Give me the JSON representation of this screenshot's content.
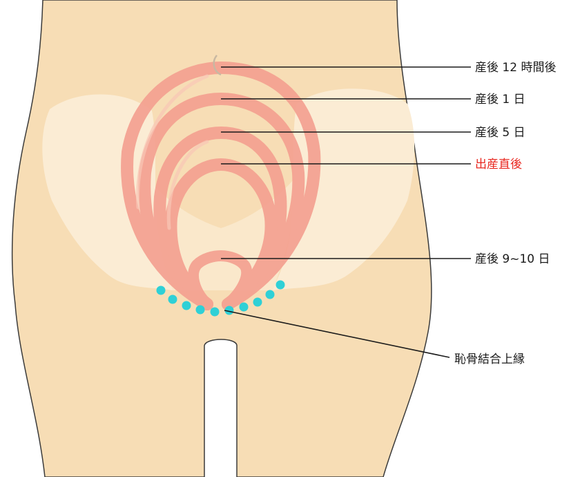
{
  "labels": {
    "postpartum_12h": "産後 12 時間後",
    "postpartum_1d": "産後 1 日",
    "postpartum_5d": "産後 5 日",
    "immediately_after_birth": "出産直後",
    "postpartum_9_10d": "産後 9~10 日",
    "pubic_symphysis_upper_edge": "恥骨結合上縁"
  },
  "colors": {
    "skin": "#f7ddb5",
    "skin_outline": "#3a3a3a",
    "pelvis": "#fbecd4",
    "uterus": "#f4a191",
    "uterus_highlight": "#f9c7b6",
    "dots": "#2fd0d6",
    "label_text": "#1a1a1a",
    "label_highlight": "#e8261e"
  }
}
